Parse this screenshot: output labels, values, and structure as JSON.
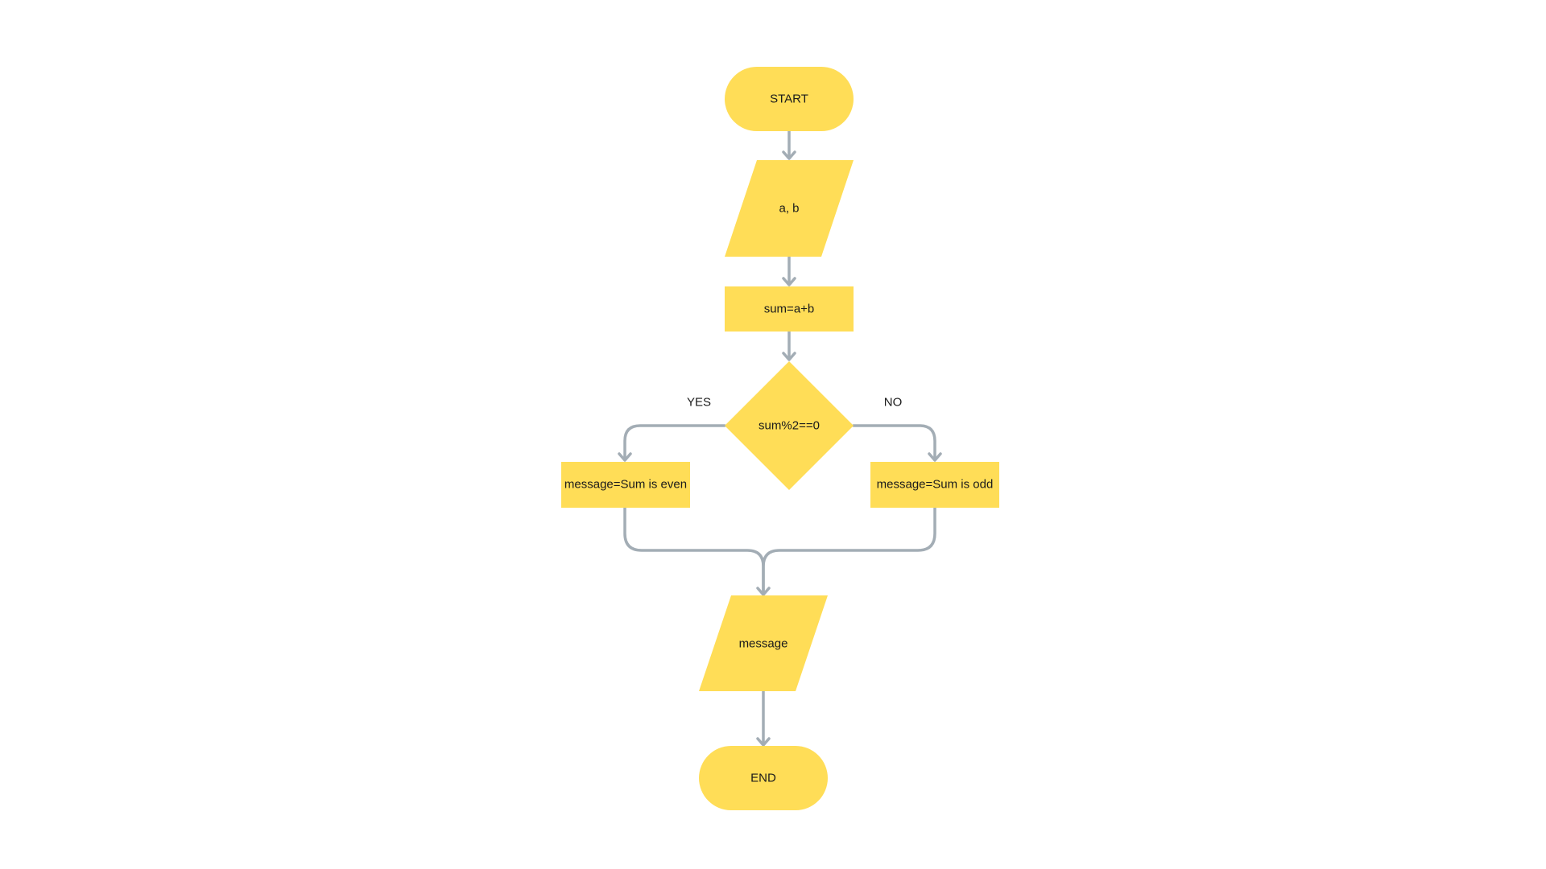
{
  "diagram": {
    "type": "flowchart",
    "colors": {
      "node_fill": "#ffdd57",
      "connector": "#a3adb5",
      "text": "#1b1b1b",
      "background": "#ffffff"
    },
    "nodes": {
      "start": {
        "shape": "terminator",
        "label": "START"
      },
      "input": {
        "shape": "data",
        "label": "a, b"
      },
      "process_sum": {
        "shape": "process",
        "label": "sum=a+b"
      },
      "decision": {
        "shape": "decision",
        "label": "sum%2==0"
      },
      "process_even": {
        "shape": "process",
        "label": "message=Sum is even"
      },
      "process_odd": {
        "shape": "process",
        "label": "message=Sum is odd"
      },
      "output": {
        "shape": "data",
        "label": "message"
      },
      "end": {
        "shape": "terminator",
        "label": "END"
      }
    },
    "branches": {
      "yes_label": "YES",
      "no_label": "NO"
    },
    "edges": [
      {
        "from": "start",
        "to": "input"
      },
      {
        "from": "input",
        "to": "process_sum"
      },
      {
        "from": "process_sum",
        "to": "decision"
      },
      {
        "from": "decision",
        "to": "process_even",
        "label": "YES"
      },
      {
        "from": "decision",
        "to": "process_odd",
        "label": "NO"
      },
      {
        "from": "process_even",
        "to": "output"
      },
      {
        "from": "process_odd",
        "to": "output"
      },
      {
        "from": "output",
        "to": "end"
      }
    ]
  }
}
